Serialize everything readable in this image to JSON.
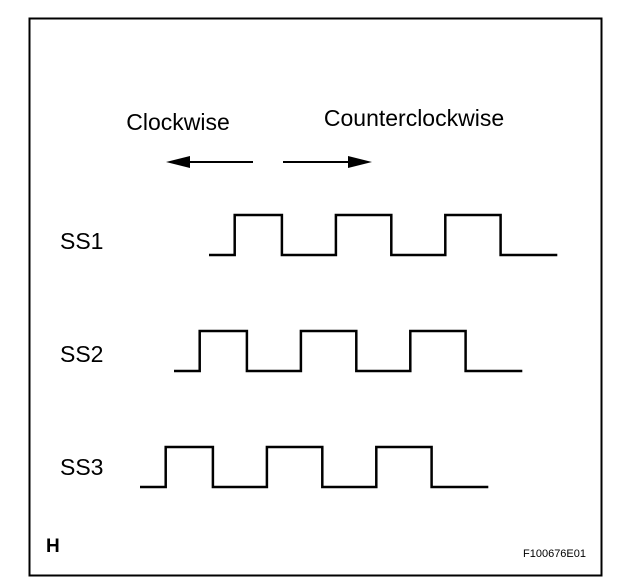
{
  "direction": {
    "left_label": "Clockwise",
    "right_label": "Counterclockwise"
  },
  "signals": [
    {
      "name": "SS1",
      "low_level": 0,
      "high_level": 1,
      "levels": [
        0,
        1,
        0,
        1,
        0,
        1,
        0
      ],
      "transitions": [
        0.95,
        2.7,
        4.7,
        6.75,
        8.75,
        10.8
      ]
    },
    {
      "name": "SS2",
      "low_level": 0,
      "high_level": 1,
      "levels": [
        0,
        1,
        0,
        1,
        0,
        1,
        0
      ],
      "transitions": [
        0.95,
        2.7,
        4.7,
        6.75,
        8.75,
        10.8
      ]
    },
    {
      "name": "SS3",
      "low_level": 0,
      "high_level": 1,
      "levels": [
        0,
        1,
        0,
        1,
        0,
        1,
        0
      ],
      "transitions": [
        0.95,
        2.7,
        4.7,
        6.75,
        8.75,
        10.8
      ]
    }
  ],
  "signal_length": 12.9,
  "corner_mark": "H",
  "figure_id": "F100676E01",
  "colors": {
    "line": "#000000",
    "background": "#ffffff"
  }
}
